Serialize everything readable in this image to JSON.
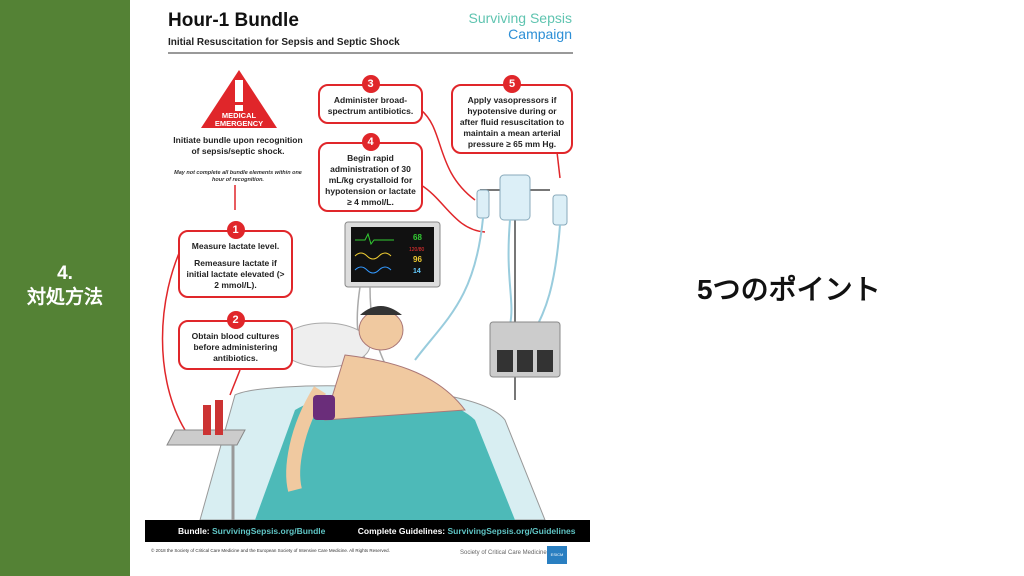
{
  "sidebar": {
    "number": "4.",
    "title": "対処方法"
  },
  "main": {
    "heading": "5つのポイント"
  },
  "poster": {
    "title": "Hour-1 Bundle",
    "subtitle": "Initial Resuscitation for Sepsis and Septic Shock",
    "logo_line1": "Surviving Sepsis",
    "logo_line2": "Campaign",
    "emergency": "MEDICAL EMERGENCY",
    "initiate": "Initiate bundle upon recognition of sepsis/septic shock.",
    "note": "May not complete all bundle elements within one hour of recognition.",
    "steps": [
      {
        "n": "1",
        "text": "Measure lactate level.",
        "text2": "Remeasure lactate if initial lactate elevated (> 2 mmol/L)."
      },
      {
        "n": "2",
        "text": "Obtain blood cultures before administering antibiotics."
      },
      {
        "n": "3",
        "text": "Administer broad-spectrum antibiotics."
      },
      {
        "n": "4",
        "text": "Begin rapid administration of 30 mL/kg crystalloid for hypotension or lactate ≥ 4 mmol/L."
      },
      {
        "n": "5",
        "text": "Apply vasopressors if hypotensive during or after fluid resuscitation to maintain a mean arterial pressure ≥ 65 mm Hg."
      }
    ],
    "monitor": {
      "hr": "68",
      "bp": "120/80",
      "spo2": "96",
      "rr": "14"
    },
    "footer": {
      "bundle_label": "Bundle:",
      "bundle_link": "SurvivingSepsis.org/Bundle",
      "guide_label": "Complete Guidelines:",
      "guide_link": "SurvivingSepsis.org/Guidelines"
    },
    "copyright": "© 2018 the Society of Critical Care Medicine and the European Society of Intensive Care Medicine. All Rights Reserved.",
    "sccm": "Society of Critical Care Medicine",
    "esicm": "ESICM"
  }
}
